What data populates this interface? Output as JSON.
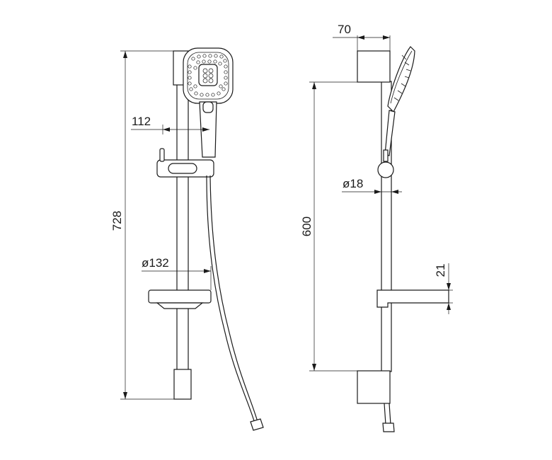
{
  "dimensions": {
    "total_height": "728",
    "head_offset": "112",
    "tray_diameter": "ø132",
    "bracket_depth": "70",
    "rail_diameter": "ø18",
    "rail_length": "600",
    "tray_height": "21"
  }
}
